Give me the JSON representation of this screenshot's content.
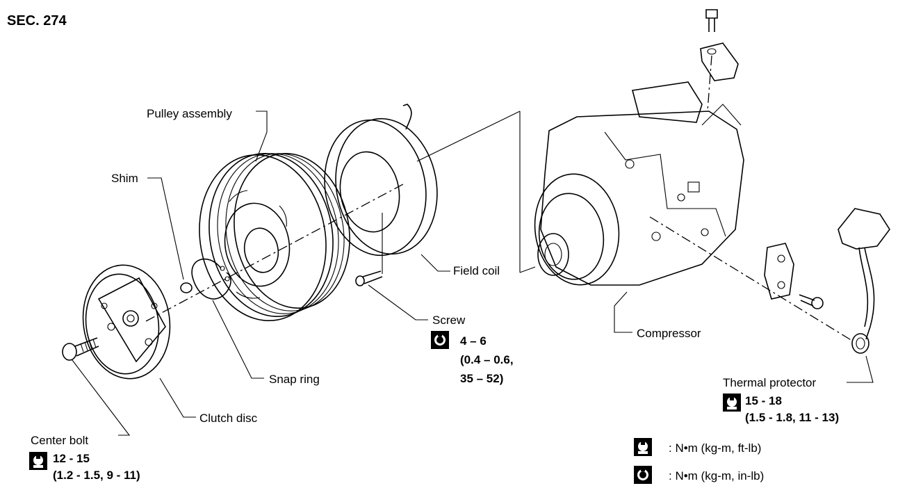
{
  "section": "SEC. 274",
  "labels": {
    "pulley_assembly": "Pulley assembly",
    "shim": "Shim",
    "field_coil": "Field coil",
    "snap_ring": "Snap ring",
    "clutch_disc": "Clutch disc",
    "compressor": "Compressor",
    "screw": "Screw",
    "thermal_protector": "Thermal protector",
    "center_bolt": "Center bolt"
  },
  "torques": {
    "screw": {
      "line1": "4 – 6",
      "line2": "(0.4 – 0.6,",
      "line3": "35 – 52)"
    },
    "thermal_protector": {
      "line1": "15 - 18",
      "line2": "(1.5 - 1.8, 11 - 13)"
    },
    "center_bolt": {
      "line1": "12 - 15",
      "line2": "(1.2 - 1.5, 9 - 11)"
    }
  },
  "legend": {
    "ft_lb_units": ": N•m (kg-m, ft-lb)",
    "in_lb_units": ": N•m (kg-m, in-lb)"
  },
  "icons": {
    "torque_ft_lb": "torque-wrench-outline-icon",
    "torque_in_lb": "torque-wrench-filled-icon"
  }
}
